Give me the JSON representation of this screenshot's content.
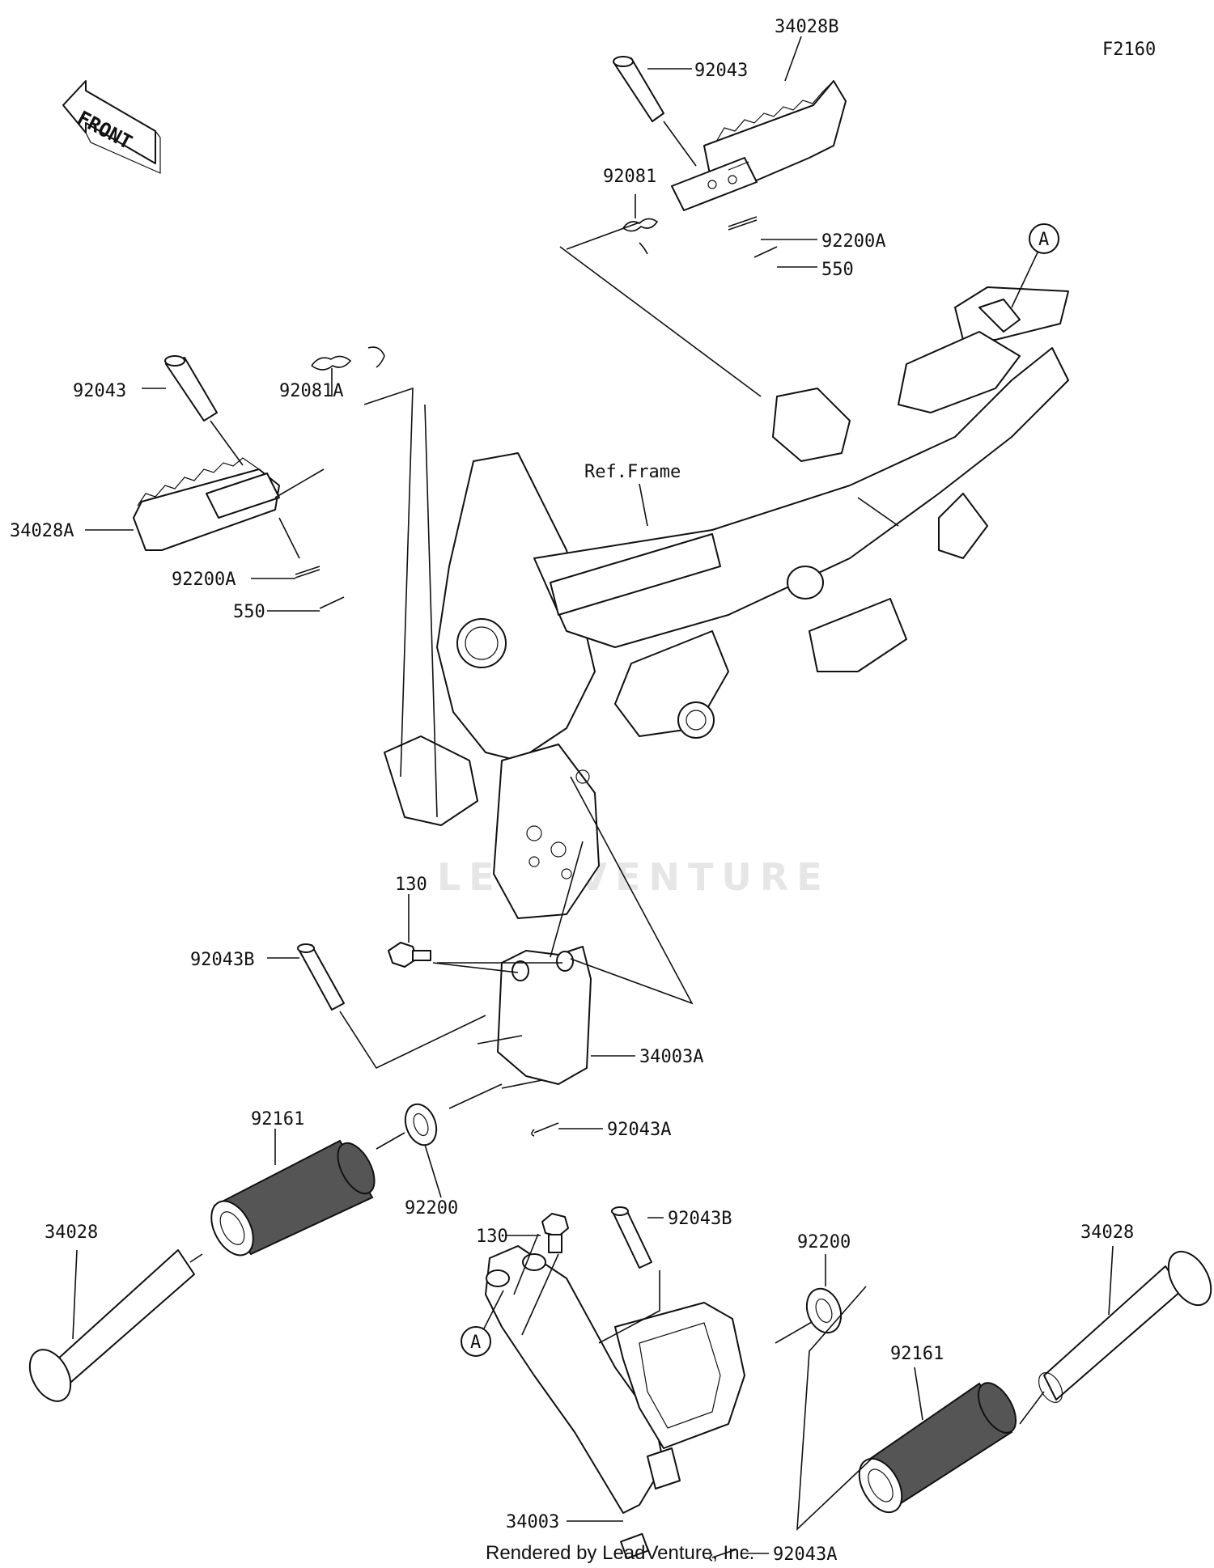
{
  "diagram_code": "F2160",
  "direction_label": "FRONT",
  "watermark": "LEADVENTURE",
  "footer": "Rendered by LeadVenture, Inc.",
  "ref_frame": "Ref.Frame",
  "callout_a": "A",
  "labels": {
    "p34028B": "34028B",
    "p92043_top": "92043",
    "p92081": "92081",
    "p92200A_top": "92200A",
    "p550_top": "550",
    "p92043_left": "92043",
    "p92081A": "92081A",
    "p34028A": "34028A",
    "p92200A_left": "92200A",
    "p550_left": "550",
    "p130_upper": "130",
    "p92043B_upper": "92043B",
    "p34003A": "34003A",
    "p92043A_upper": "92043A",
    "p92161_left": "92161",
    "p92200_left": "92200",
    "p34028_left": "34028",
    "p130_lower": "130",
    "p92043B_lower": "92043B",
    "p92200_right": "92200",
    "p34028_right": "34028",
    "p92161_right": "92161",
    "p34003": "34003",
    "p92043A_lower": "92043A"
  }
}
